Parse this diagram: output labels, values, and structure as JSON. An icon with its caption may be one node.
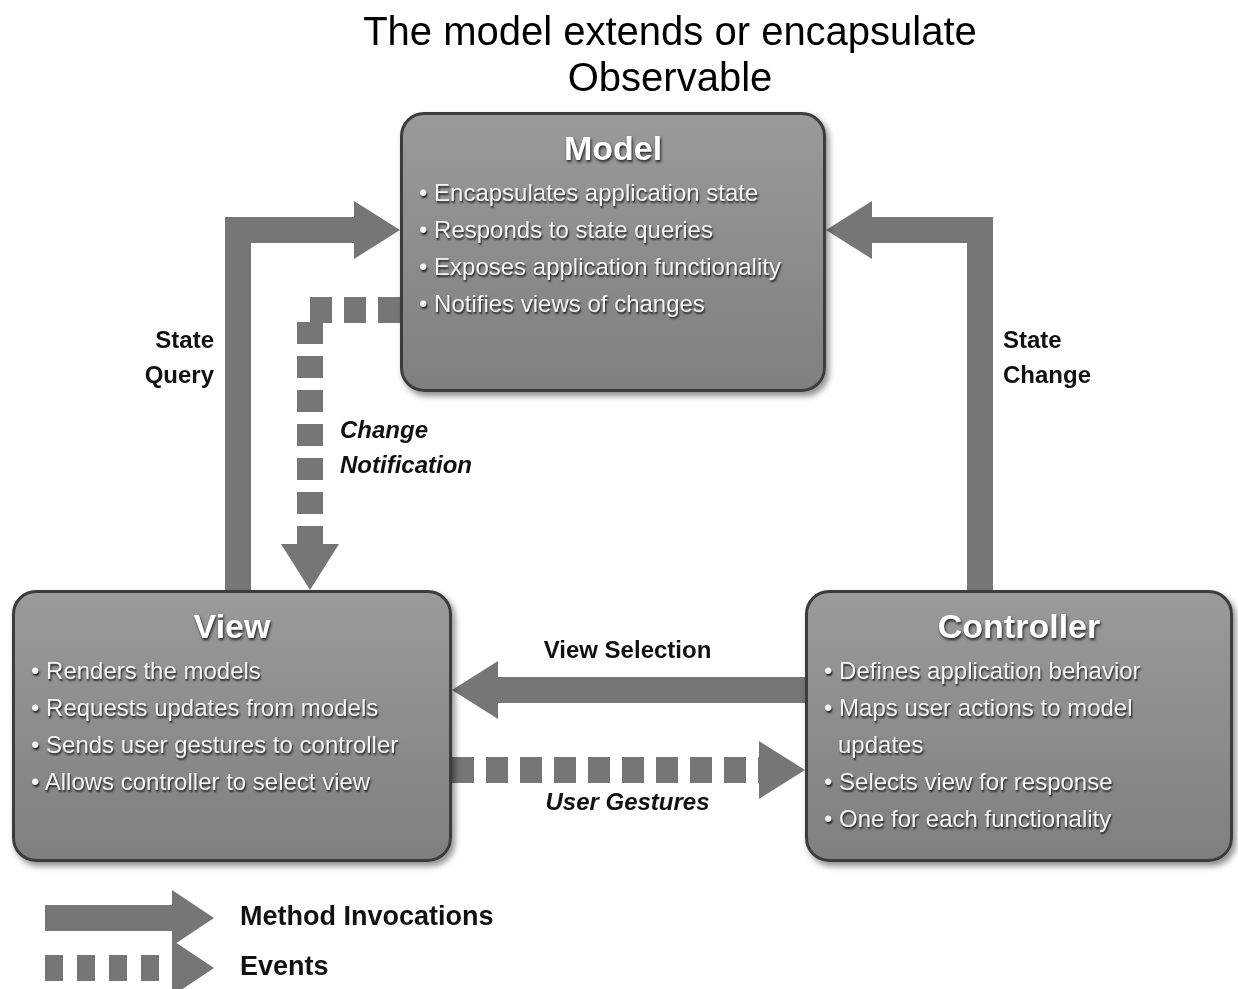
{
  "diagram": {
    "title": "The model extends or encapsulate Observable",
    "nodes": [
      {
        "text": [
          "Model",
          "• Encapsulates application state",
          "• Responds to state queries",
          "• Exposes application functionality",
          "• Notifies views of changes"
        ]
      },
      {
        "text": [
          "View",
          "• Renders the models",
          "• Requests updates from models",
          "• Sends user gestures to controller",
          "• Allows controller to select view"
        ]
      },
      {
        "text": [
          "Controller",
          "• Defines application behavior",
          "• Maps user actions to model updates",
          "• Selects view for response",
          "• One for each functionality"
        ]
      }
    ],
    "edges": [
      {
        "from": 1,
        "to": 0,
        "arrow": "to",
        "label": "State Query"
      },
      {
        "from": 0,
        "to": 1,
        "arrow": "to",
        "label": "Change Notification",
        "style": "dashed"
      },
      {
        "from": 2,
        "to": 0,
        "arrow": "to",
        "label": "State Change"
      },
      {
        "from": 2,
        "to": 1,
        "arrow": "to",
        "label": "View Selection"
      },
      {
        "from": 1,
        "to": 2,
        "arrow": "to",
        "label": "User Gestures",
        "style": "dashed"
      }
    ],
    "legend": [
      {
        "text": "Method Invocations"
      },
      {
        "text": "Events"
      }
    ]
  }
}
